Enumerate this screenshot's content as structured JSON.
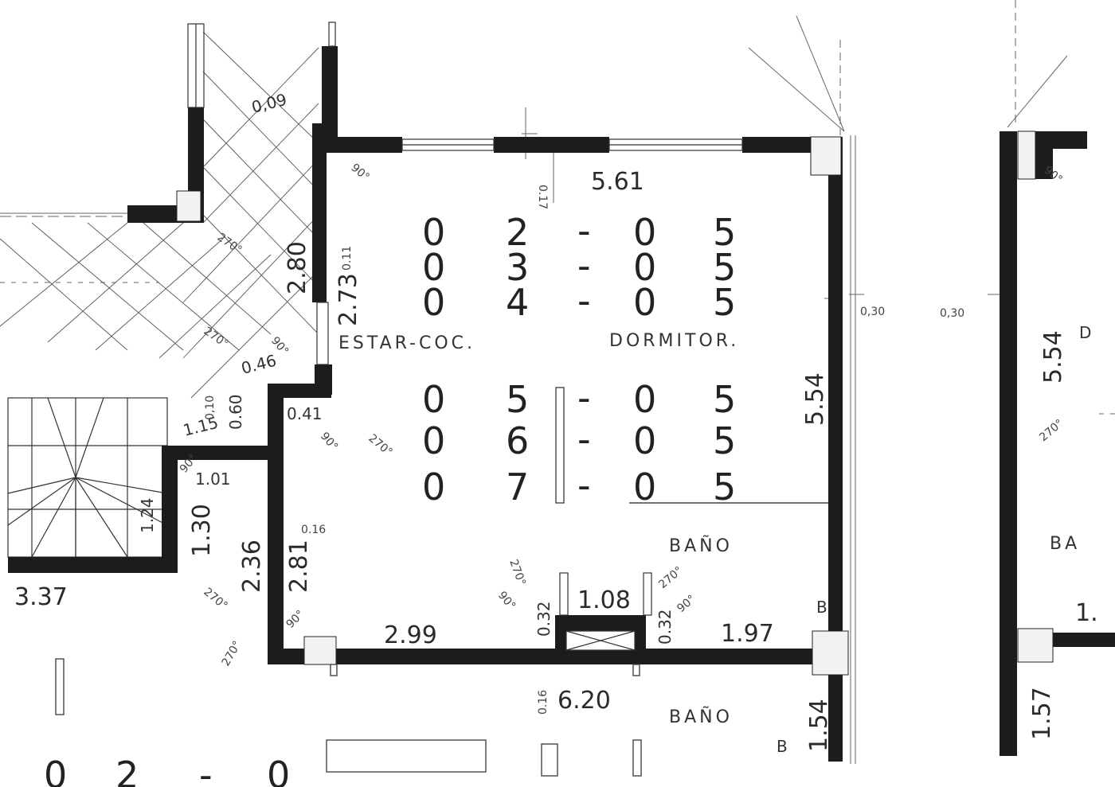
{
  "plan": {
    "unit_codes_upper": [
      [
        "0",
        "2",
        "-",
        "0",
        "5"
      ],
      [
        "0",
        "3",
        "-",
        "0",
        "5"
      ],
      [
        "0",
        "4",
        "-",
        "0",
        "5"
      ]
    ],
    "unit_codes_lower": [
      [
        "0",
        "5",
        "-",
        "0",
        "5"
      ],
      [
        "0",
        "6",
        "-",
        "0",
        "5"
      ],
      [
        "0",
        "7",
        "-",
        "0",
        "5"
      ]
    ],
    "rooms": {
      "estar": "ESTAR-COC.",
      "dormitor": "DORMITOR.",
      "bano_upper": "BAÑO",
      "bano_lower": "BAÑO",
      "bano_right": "BA"
    },
    "dimensions": {
      "top_width": "5.61",
      "top_small": "0.17",
      "left_280": "2.80",
      "left_273": "2.73",
      "left_011": "0.11",
      "d_009": "0,09",
      "d_030a": "0,30",
      "d_030b": "0,30",
      "right_554": "5.54",
      "far_554": "5.54",
      "d_046": "0.46",
      "d_041": "0.41",
      "d_060": "0.60",
      "d_115": "1.15",
      "d_010": "0,10",
      "d_124": "1.24",
      "d_101": "1.01",
      "d_130": "1.30",
      "d_236": "2.36",
      "d_281": "2.81",
      "d_016": "0.16",
      "d_337": "3.37",
      "d_299": "2.99",
      "d_032a": "0.32",
      "d_108": "1.08",
      "d_032b": "0.32",
      "d_197": "1.97",
      "d_620": "6.20",
      "d_016b": "0.16",
      "d_154": "1.54",
      "d_157": "1.57",
      "d_1": "1."
    },
    "angles": {
      "a1": "270°",
      "a2": "270°",
      "a3": "270°",
      "a4": "270°",
      "a5": "270°",
      "a6": "270°",
      "a7": "270°",
      "a8": "270°",
      "b1": "90°",
      "b2": "90°",
      "b3": "90°",
      "b4": "90°",
      "b5": "90°",
      "b6": "90°",
      "b7": "90°",
      "b8": "90°"
    },
    "marks": {
      "d_right": "D",
      "b_right": "B",
      "b_bottom": "B"
    },
    "bottom_code": [
      "0",
      "2",
      "-",
      "0"
    ]
  }
}
